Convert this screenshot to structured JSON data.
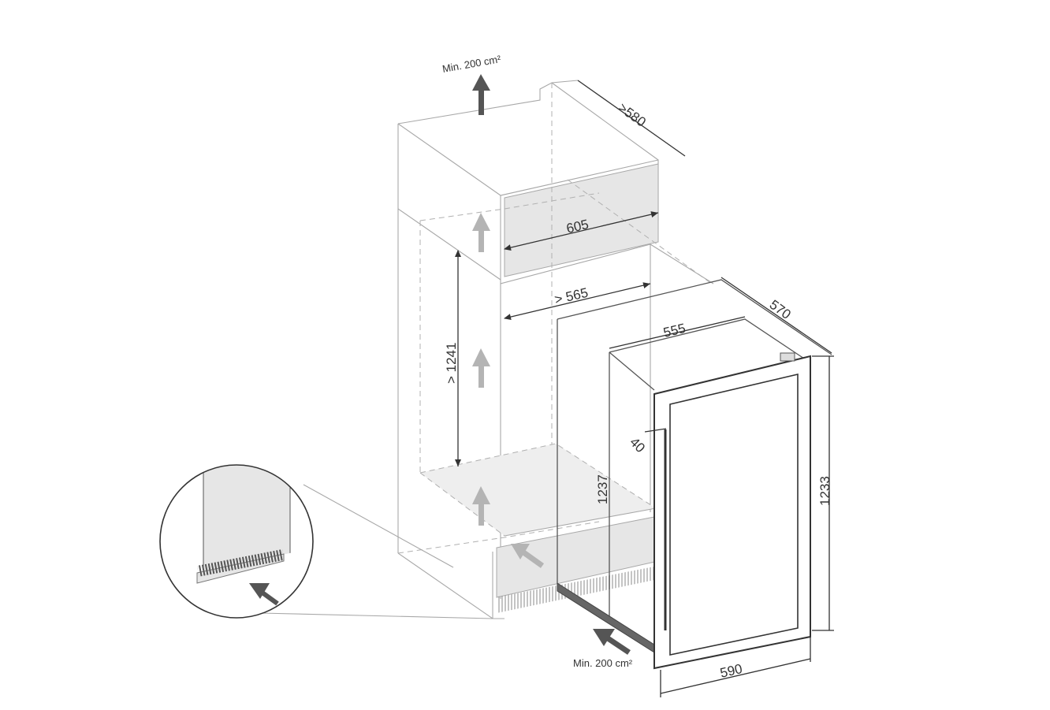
{
  "labels": {
    "top_vent": "Min. 200 cm²",
    "bottom_vent": "Min. 200 cm²"
  },
  "dimensions": {
    "depth_niche": ">580",
    "width_top": "605",
    "width_niche": "> 565",
    "height_niche": "> 1241",
    "depth_appliance": "570",
    "width_body": "555",
    "door_gap": "40",
    "height_body": "1237",
    "height_total": "1233",
    "width_door": "590"
  },
  "colors": {
    "line": "#a8a8a8",
    "dimension": "#333333",
    "panel_fill": "#e6e6e6",
    "arrow_dark": "#555555",
    "arrow_light": "#b4b4b4"
  }
}
